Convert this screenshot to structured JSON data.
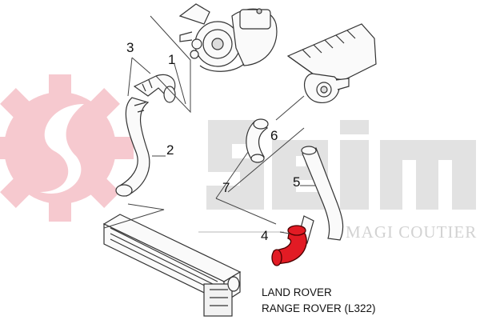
{
  "watermark": {
    "brand": "seim",
    "subtitle": "MAGI COUTIER",
    "colors": {
      "gear": "#f6c9cf",
      "gear_mark": "#ffffff",
      "letters": "#e2e2e2",
      "subtitle": "#d2d2d2"
    }
  },
  "callouts": [
    {
      "id": "1",
      "text": "1"
    },
    {
      "id": "2",
      "text": "2"
    },
    {
      "id": "3",
      "text": "3"
    },
    {
      "id": "4",
      "text": "4"
    },
    {
      "id": "5",
      "text": "5"
    },
    {
      "id": "6",
      "text": "6"
    },
    {
      "id": "7",
      "text": "7"
    }
  ],
  "highlight": {
    "part": "4",
    "color": "#e21b24"
  },
  "vehicle": {
    "make": "LAND ROVER",
    "model": "RANGE ROVER (L322)"
  }
}
